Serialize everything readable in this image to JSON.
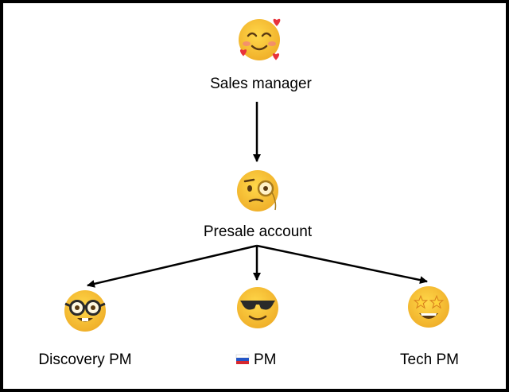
{
  "colors": {
    "border": "#000000",
    "background": "#ffffff",
    "text": "#000000",
    "face": "#f7c531",
    "face_shade": "#e5a521",
    "heart": "#e8323b",
    "blush": "#f2728d",
    "dark_lens": "#2a2a2a",
    "star": "#ffd23a",
    "flag_white": "#ffffff",
    "flag_blue": "#2456c7",
    "flag_red": "#d6282f"
  },
  "nodes": {
    "sales_manager": {
      "label": "Sales manager",
      "icon": "smiling-face-with-hearts-icon"
    },
    "presale_account": {
      "label": "Presale account",
      "icon": "face-with-monocle-icon"
    },
    "discovery_pm": {
      "label": "Discovery PM",
      "icon": "nerd-face-icon"
    },
    "ru_pm": {
      "label": "PM",
      "icon": "smiling-face-with-sunglasses-icon",
      "flag_icon": "russia-flag-icon"
    },
    "tech_pm": {
      "label": "Tech PM",
      "icon": "star-struck-icon"
    }
  },
  "edges": [
    {
      "from": "Sales manager",
      "to": "Presale account"
    },
    {
      "from": "Presale account",
      "to": "Discovery PM"
    },
    {
      "from": "Presale account",
      "to": "PM"
    },
    {
      "from": "Presale account",
      "to": "Tech PM"
    }
  ]
}
